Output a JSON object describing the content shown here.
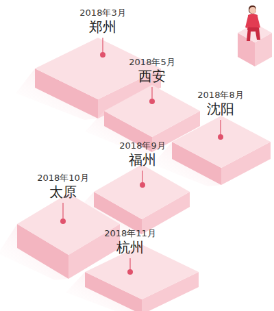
{
  "diagram": {
    "nodes": [
      {
        "text": [
          "2018年3月",
          "郑州"
        ]
      },
      {
        "text": [
          "2018年5月",
          "西安"
        ]
      },
      {
        "text": [
          "2018年8月",
          "沈阳"
        ]
      },
      {
        "text": [
          "2018年9月",
          "福州"
        ]
      },
      {
        "text": [
          "2018年10月",
          "太原"
        ]
      },
      {
        "text": [
          "2018年11月",
          "杭州"
        ]
      }
    ]
  }
}
